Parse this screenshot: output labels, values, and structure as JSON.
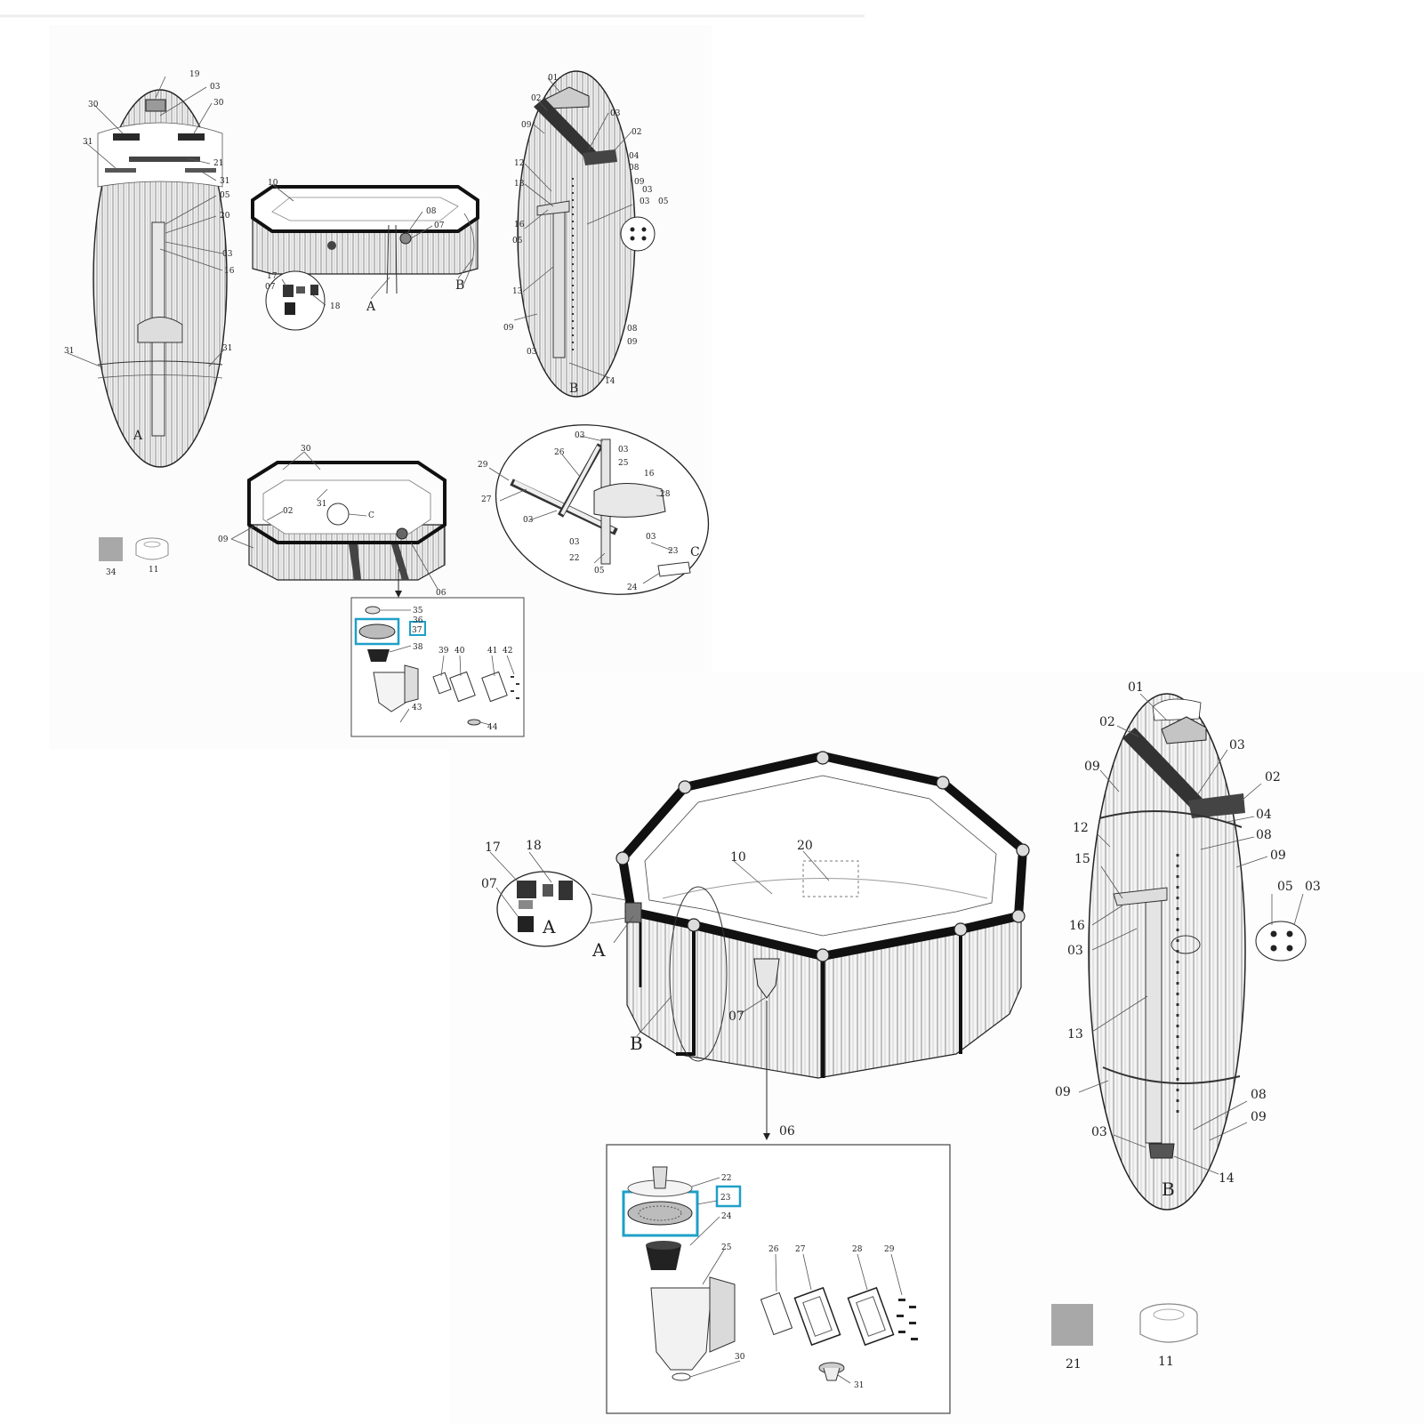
{
  "diagram": {
    "accent_color": "#1ea0c8",
    "panel_fill": "#fafafa",
    "swatch_color": "#a8a8a8",
    "oval_pool": {
      "detail_a": {
        "letter": "A",
        "labels": [
          "19",
          "03",
          "30",
          "30",
          "31",
          "21",
          "31",
          "05",
          "20",
          "03",
          "16",
          "31",
          "31"
        ]
      },
      "top_view": {
        "labels": [
          "10",
          "08",
          "07",
          "17",
          "07",
          "18",
          "A",
          "B"
        ]
      },
      "detail_b": {
        "letter": "B",
        "labels": [
          "01",
          "02",
          "03",
          "09",
          "02",
          "04",
          "08",
          "12",
          "09",
          "13",
          "16",
          "05",
          "03",
          "05",
          "03",
          "13",
          "09",
          "08",
          "03",
          "09",
          "14"
        ]
      },
      "inner_view": {
        "labels": [
          "30",
          "31",
          "02",
          "C",
          "09",
          "06"
        ]
      },
      "detail_c": {
        "letter": "C",
        "labels": [
          "03",
          "26",
          "03",
          "25",
          "29",
          "16",
          "27",
          "28",
          "03",
          "03",
          "03",
          "22",
          "05",
          "23",
          "24"
        ]
      },
      "skimmer": {
        "labels": [
          "35",
          "36",
          "37",
          "38",
          "39",
          "40",
          "41",
          "42",
          "43",
          "44"
        ],
        "highlighted": "37"
      },
      "extras": {
        "labels": [
          "34",
          "11"
        ]
      }
    },
    "round_pool": {
      "labels": [
        "17",
        "18",
        "07",
        "A",
        "10",
        "20",
        "A",
        "B",
        "07",
        "06"
      ],
      "detail_b": {
        "letter": "B",
        "labels": [
          "01",
          "02",
          "03",
          "09",
          "02",
          "04",
          "08",
          "12",
          "09",
          "15",
          "05",
          "03",
          "16",
          "03",
          "13",
          "09",
          "08",
          "03",
          "09",
          "14"
        ]
      },
      "skimmer": {
        "labels": [
          "22",
          "23",
          "24",
          "25",
          "26",
          "27",
          "28",
          "29",
          "30",
          "31"
        ],
        "highlighted": "23"
      },
      "extras": {
        "labels": [
          "21",
          "11"
        ]
      }
    }
  }
}
